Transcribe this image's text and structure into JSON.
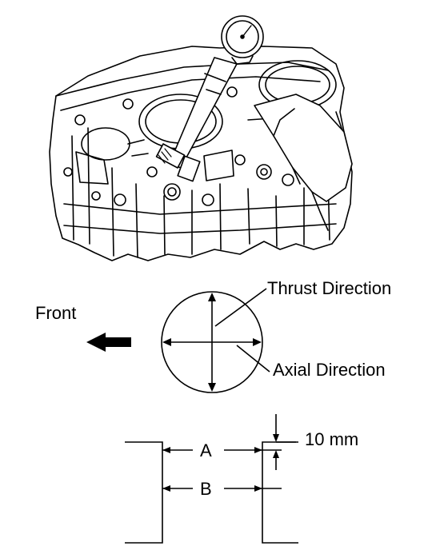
{
  "diagram": {
    "labels": {
      "front": "Front",
      "thrust": "Thrust Direction",
      "axial": "Axial Direction",
      "a": "A",
      "b": "B",
      "offset": "10 mm"
    },
    "icons": {
      "engine": "engine-block-with-bore-gauge",
      "front_arrow": "arrow-left-icon"
    }
  }
}
